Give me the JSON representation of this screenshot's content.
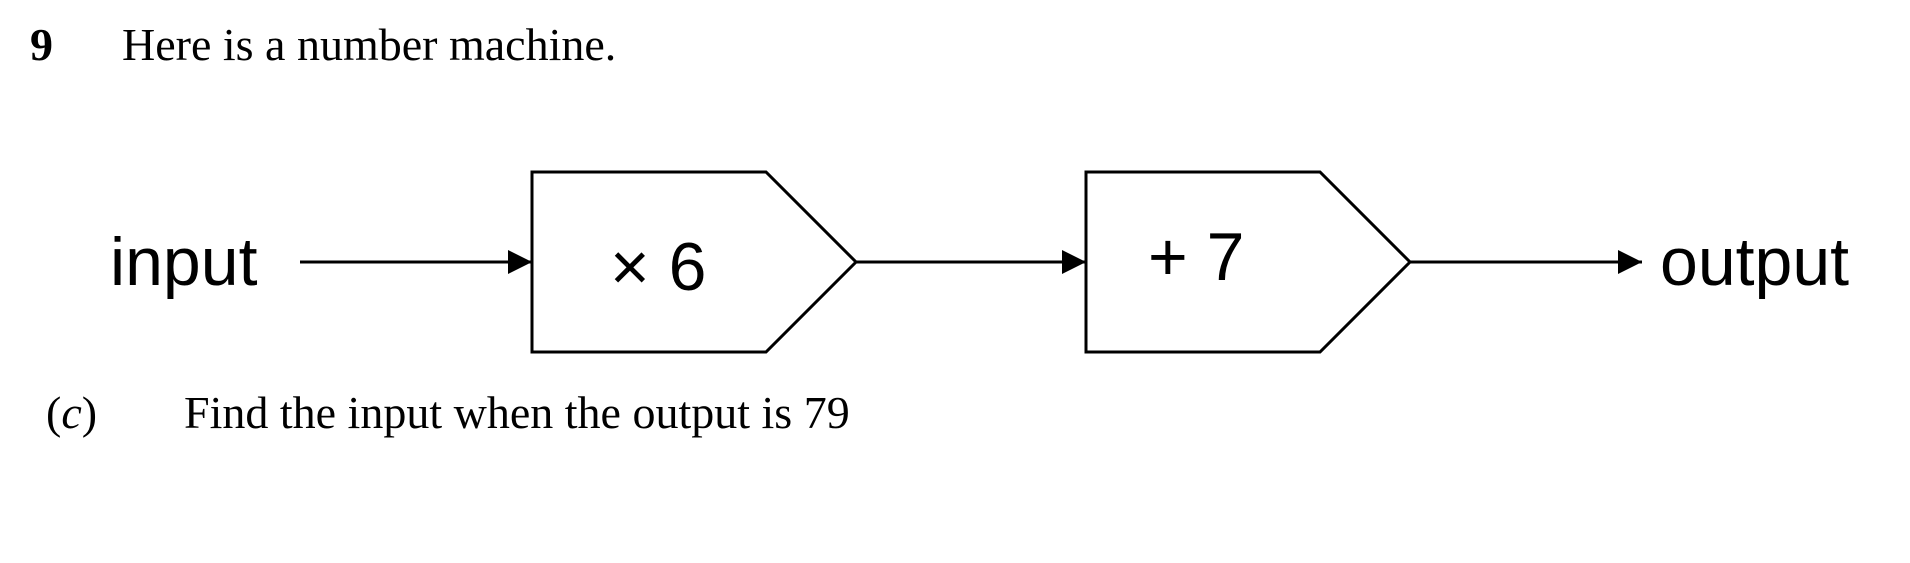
{
  "question": {
    "number": "9",
    "stem": "Here is a number machine."
  },
  "machine": {
    "input_label": "input",
    "output_label": "output",
    "operations": [
      {
        "label": "× 6"
      },
      {
        "label": "+ 7"
      }
    ]
  },
  "part_c": {
    "label_open": "(",
    "label_letter": "c",
    "label_close": ")",
    "text": "Find the input when the output is 79"
  }
}
